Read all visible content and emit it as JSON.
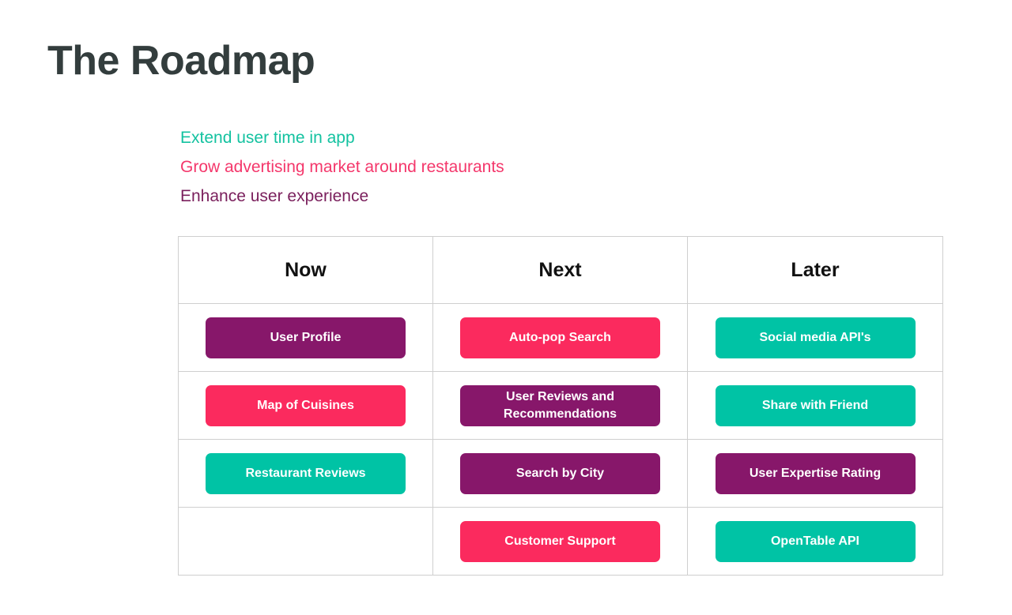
{
  "title": "The Roadmap",
  "goals": [
    {
      "text": "Extend user time in app",
      "color": "#13c2a0",
      "tone": "teal"
    },
    {
      "text": "Grow advertising market around restaurants",
      "color": "#f4376b",
      "tone": "pink"
    },
    {
      "text": "Enhance user experience",
      "color": "#7a1f5c",
      "tone": "purple"
    }
  ],
  "palette": {
    "purple": "#87176a",
    "pink": "#fb2a5e",
    "teal": "#00c3a5",
    "title_color": "#333d3d",
    "border": "#cfcfcf",
    "background": "#ffffff"
  },
  "table": {
    "headers": [
      "Now",
      "Next",
      "Later"
    ],
    "rows": [
      [
        {
          "label": "User Profile",
          "tone": "purple"
        },
        {
          "label": "Auto-pop Search",
          "tone": "pink"
        },
        {
          "label": "Social media API's",
          "tone": "teal"
        }
      ],
      [
        {
          "label": "Map of Cuisines",
          "tone": "pink"
        },
        {
          "label": "User Reviews and Recommendations",
          "tone": "purple"
        },
        {
          "label": "Share with Friend",
          "tone": "teal"
        }
      ],
      [
        {
          "label": "Restaurant Reviews",
          "tone": "teal"
        },
        {
          "label": "Search by City",
          "tone": "purple"
        },
        {
          "label": "User Expertise Rating",
          "tone": "purple"
        }
      ],
      [
        {
          "label": "",
          "tone": "empty"
        },
        {
          "label": "Customer Support",
          "tone": "pink"
        },
        {
          "label": "OpenTable API",
          "tone": "teal"
        }
      ]
    ]
  }
}
